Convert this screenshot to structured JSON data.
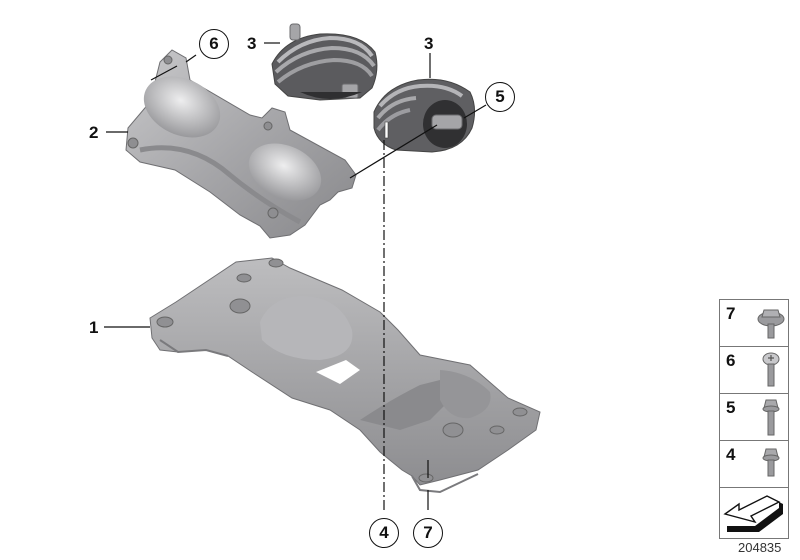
{
  "diagram": {
    "title": "Transmission suspension exploded parts diagram",
    "diagram_number": "204835",
    "callouts": [
      {
        "label": "1",
        "style": "plain",
        "part": "transmission-crossmember"
      },
      {
        "label": "2",
        "style": "plain",
        "part": "transmission-mount-bracket"
      },
      {
        "label": "3",
        "style": "plain",
        "part": "transmission-mount-rubber-left"
      },
      {
        "label": "3",
        "style": "plain",
        "part": "transmission-mount-rubber-right"
      },
      {
        "label": "4",
        "style": "circled",
        "part": "bolt-4"
      },
      {
        "label": "5",
        "style": "circled",
        "part": "bolt-5"
      },
      {
        "label": "6",
        "style": "circled",
        "part": "screw-6"
      },
      {
        "label": "7",
        "style": "circled",
        "part": "collar-bolt-7"
      }
    ],
    "legend": [
      {
        "label": "7",
        "icon": "hex-collar-bolt-icon"
      },
      {
        "label": "6",
        "icon": "pan-head-screw-icon"
      },
      {
        "label": "5",
        "icon": "hex-flange-bolt-long-icon"
      },
      {
        "label": "4",
        "icon": "hex-flange-bolt-short-icon"
      },
      {
        "label": "",
        "icon": "direction-arrow-icon"
      }
    ],
    "colors": {
      "part_metal": "#a9a9ab",
      "part_shadow": "#7d7d80",
      "part_highlight": "#d6d6d8",
      "rubber_dark": "#3a3a3c",
      "line": "#111111"
    }
  }
}
